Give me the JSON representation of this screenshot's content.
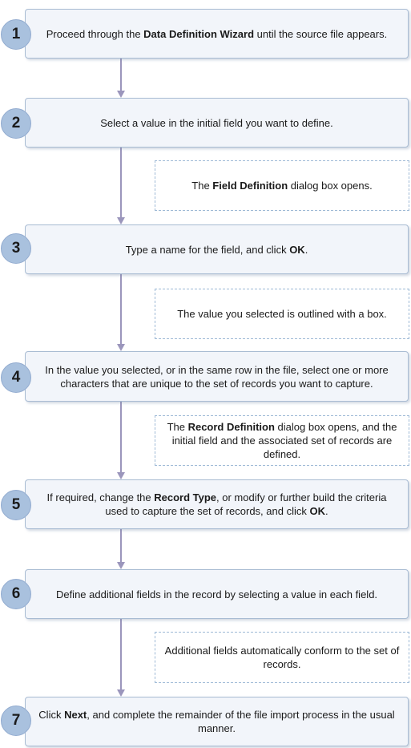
{
  "colors": {
    "arrow": "#9b96bc",
    "badge": "#a9c1de",
    "box_fill": "#f2f5fa",
    "box_border": "#a9bcd3",
    "note_border": "#9fbad6"
  },
  "steps": [
    {
      "number": "1",
      "t1": "Proceed through the ",
      "b1": "Data Definition Wizard",
      "t2": " until the source file appears.",
      "b2": "",
      "t3": ""
    },
    {
      "number": "2",
      "t1": "Select a value in the initial field you want to define.",
      "b1": "",
      "t2": "",
      "b2": "",
      "t3": ""
    },
    {
      "number": "3",
      "t1": "Type a name for the field, and click ",
      "b1": "OK",
      "t2": ".",
      "b2": "",
      "t3": ""
    },
    {
      "number": "4",
      "t1": "In the value you selected, or in the same row in the file, select one or more characters that are unique to the set of records you want to capture.",
      "b1": "",
      "t2": "",
      "b2": "",
      "t3": ""
    },
    {
      "number": "5",
      "t1": "If required, change the ",
      "b1": "Record Type",
      "t2": ", or modify or further build the criteria used to capture the set of records, and click ",
      "b2": "OK",
      "t3": "."
    },
    {
      "number": "6",
      "t1": "Define additional fields in the record by selecting a value in each field.",
      "b1": "",
      "t2": "",
      "b2": "",
      "t3": ""
    },
    {
      "number": "7",
      "t1": "Click ",
      "b1": "Next",
      "t2": ", and complete the remainder of the file import process in the usual manner.",
      "b2": "",
      "t3": ""
    }
  ],
  "notes": [
    {
      "t1": "The ",
      "b1": "Field Definition",
      "t2": " dialog box opens."
    },
    {
      "t1": "The value you selected is outlined with a box.",
      "b1": "",
      "t2": ""
    },
    {
      "t1": "The ",
      "b1": "Record Definition",
      "t2": " dialog box opens, and the initial field and the associated set of records are defined."
    },
    {
      "t1": "Additional fields automatically conform to the set of records.",
      "b1": "",
      "t2": ""
    }
  ]
}
